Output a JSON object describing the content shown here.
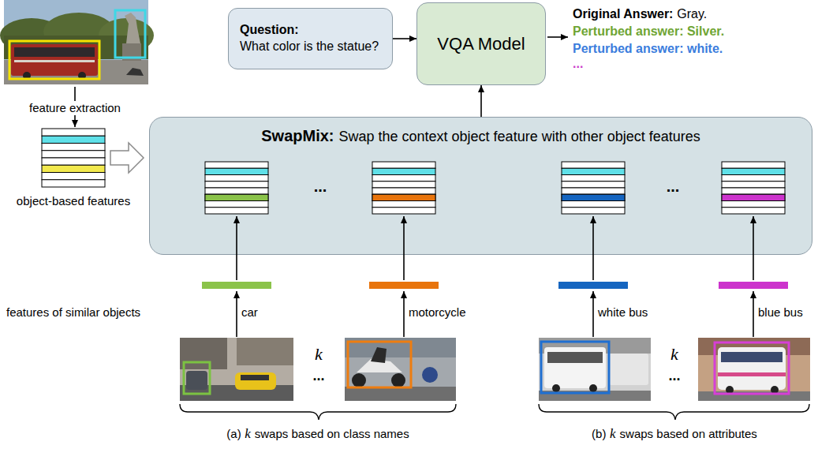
{
  "diagram": {
    "nodes": [
      {
        "text": [
          "Question:",
          "What color is the statue?"
        ]
      },
      {
        "text": [
          "VQA Model"
        ]
      },
      {
        "text": [
          "SwapMix:",
          "Swap the context object feature with other object features"
        ]
      }
    ],
    "edges": [
      {
        "from": 0,
        "to": 1,
        "arrow": "to"
      },
      {
        "from": 2,
        "to": 1,
        "arrow": "to"
      }
    ],
    "labels": [
      "Original Answer:",
      "Gray.",
      "Perturbed answer: Silver.",
      "Perturbed answer: white.",
      "...",
      "feature extraction",
      "object-based features",
      "...",
      "...",
      "features of similar objects",
      "car",
      "motorcycle",
      "white bus",
      "blue bus",
      "k",
      "...",
      "k",
      "...",
      "(a)",
      "k",
      "swaps based on class names",
      "(b)",
      "k",
      "swaps based on attributes"
    ]
  }
}
